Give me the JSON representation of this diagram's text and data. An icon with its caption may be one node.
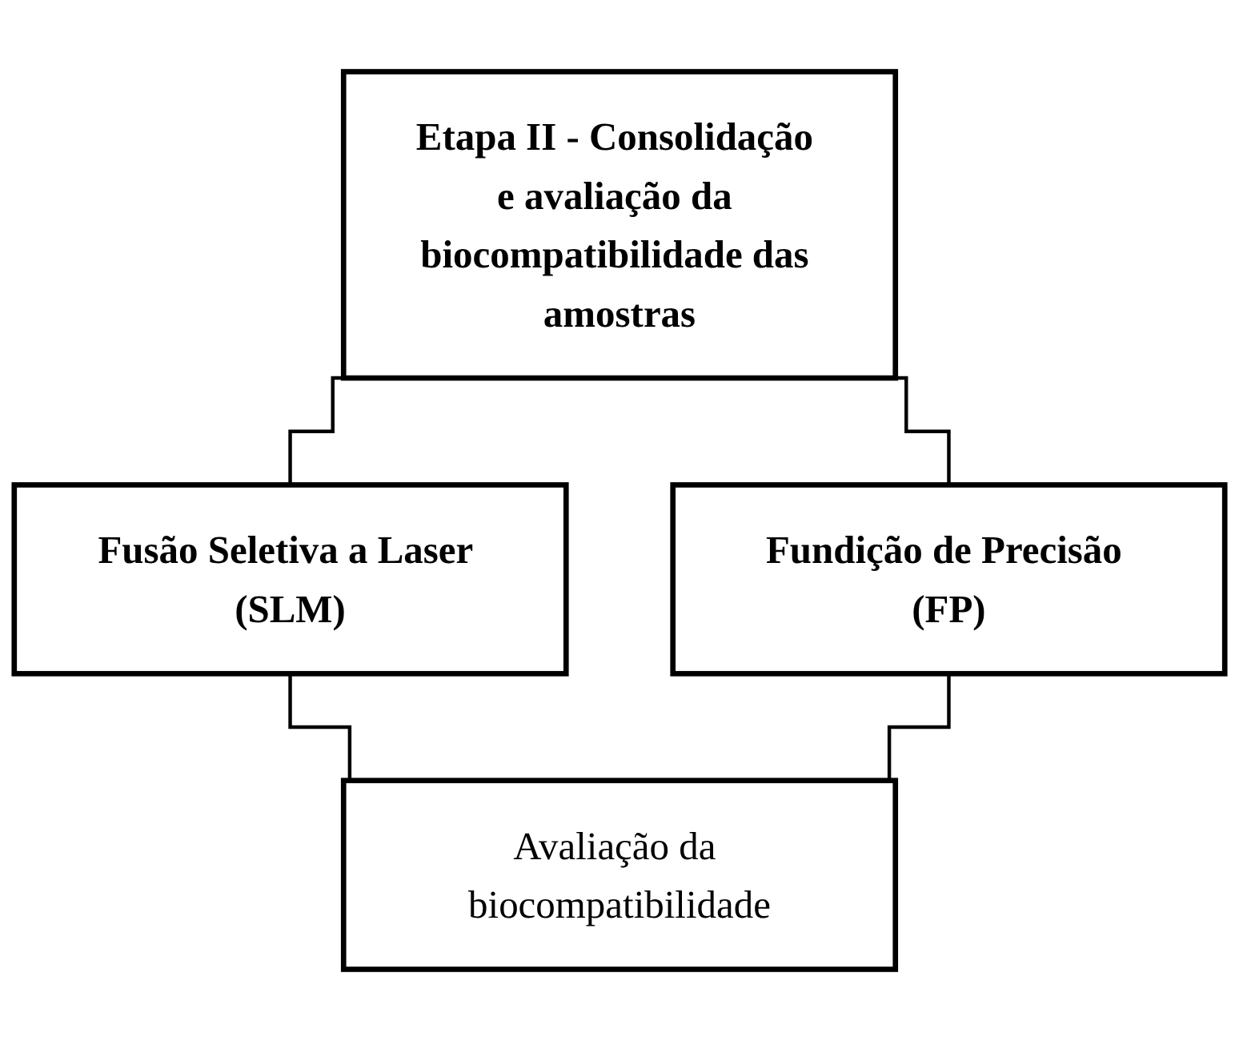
{
  "diagram": {
    "nodes": [
      {
        "text": [
          "Etapa II - Consolidação e avaliação da biocompatibilidade das amostras"
        ]
      },
      {
        "text": [
          "Fusão Seletiva a Laser (SLM)"
        ]
      },
      {
        "text": [
          "Fundição de Precisão (FP)"
        ]
      },
      {
        "text": [
          "Avaliação da biocompatibilidade"
        ]
      }
    ],
    "edges": [
      {
        "from": 0,
        "to": 1,
        "arrow": "none"
      },
      {
        "from": 0,
        "to": 2,
        "arrow": "none"
      },
      {
        "from": 1,
        "to": 3,
        "arrow": "none"
      },
      {
        "from": 2,
        "to": 3,
        "arrow": "none"
      }
    ]
  }
}
